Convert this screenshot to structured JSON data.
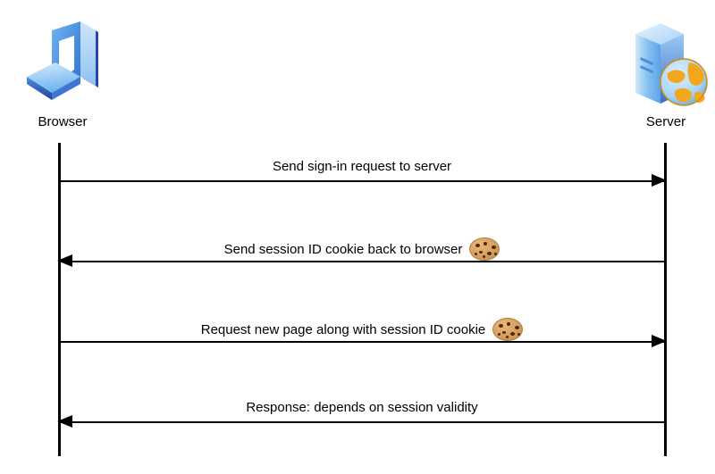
{
  "diagram": {
    "type": "sequence-diagram",
    "background_color": "#ffffff",
    "line_color": "#000000",
    "text_color": "#000000",
    "actors": [
      {
        "id": "browser",
        "label": "Browser",
        "icon": "laptop-icon",
        "side": "left"
      },
      {
        "id": "server",
        "label": "Server",
        "icon": "server-globe-icon",
        "side": "right"
      }
    ],
    "messages": [
      {
        "index": 1,
        "label": "Send sign-in request to server",
        "direction": "right",
        "from": "browser",
        "to": "server",
        "has_cookie_icon": false
      },
      {
        "index": 2,
        "label": "Send session ID cookie back to browser",
        "direction": "left",
        "from": "server",
        "to": "browser",
        "has_cookie_icon": true
      },
      {
        "index": 3,
        "label": "Request new page along with session ID cookie",
        "direction": "right",
        "from": "browser",
        "to": "server",
        "has_cookie_icon": true
      },
      {
        "index": 4,
        "label": "Response: depends on session validity",
        "direction": "left",
        "from": "server",
        "to": "browser",
        "has_cookie_icon": false
      }
    ],
    "colors": {
      "laptop_bezel": "#3d8ae8",
      "laptop_base": "#a8d8f8",
      "server_front": "#7ab8f0",
      "server_side": "#4a86d8",
      "globe_land": "#f0a020",
      "globe_ocean": "#aed8f5",
      "cookie_dough": "#d79f5e",
      "cookie_chip": "#4a2a16"
    }
  }
}
